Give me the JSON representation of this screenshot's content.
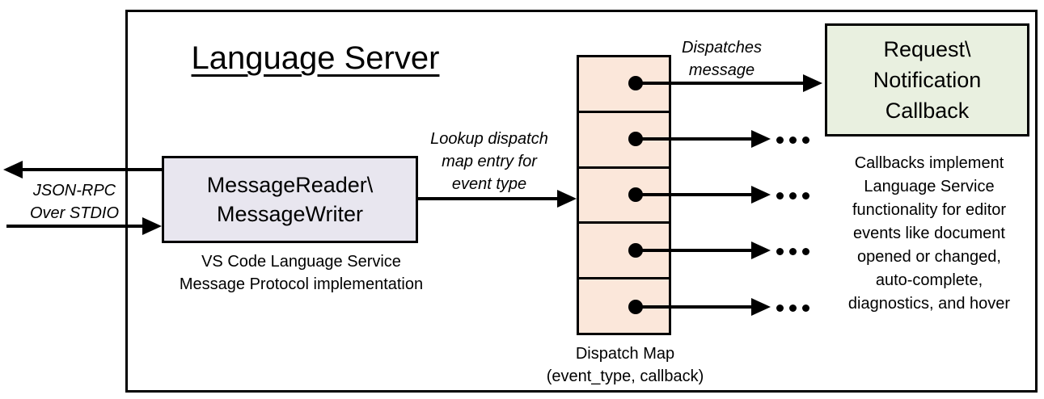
{
  "title": "Language Server",
  "io_label": {
    "line1": "JSON-RPC",
    "line2": "Over STDIO"
  },
  "message_box": {
    "line1": "MessageReader\\",
    "line2": "MessageWriter",
    "caption1": "VS Code Language Service",
    "caption2": "Message Protocol implementation"
  },
  "lookup_label": {
    "line1": "Lookup dispatch",
    "line2": "map entry for",
    "line3": "event type"
  },
  "dispatches_label": {
    "line1": "Dispatches",
    "line2": "message"
  },
  "dispatch_map": {
    "caption1": "Dispatch Map",
    "caption2": "(event_type, callback)",
    "cell_count": 5
  },
  "callback_box": {
    "line1": "Request\\",
    "line2": "Notification",
    "line3": "Callback"
  },
  "callback_caption": {
    "line1": "Callbacks implement",
    "line2": "Language Service",
    "line3": "functionality for editor",
    "line4": "events like document",
    "line5": "opened or changed,",
    "line6": "auto-complete,",
    "line7": "diagnostics, and hover"
  },
  "icons": {
    "ellipsis": "..."
  },
  "colors": {
    "message_box_fill": "#E8E6EF",
    "dispatch_map_fill": "#FBE7DA",
    "callback_box_fill": "#E9F0E0",
    "line": "#000000",
    "background": "#FFFFFF"
  }
}
